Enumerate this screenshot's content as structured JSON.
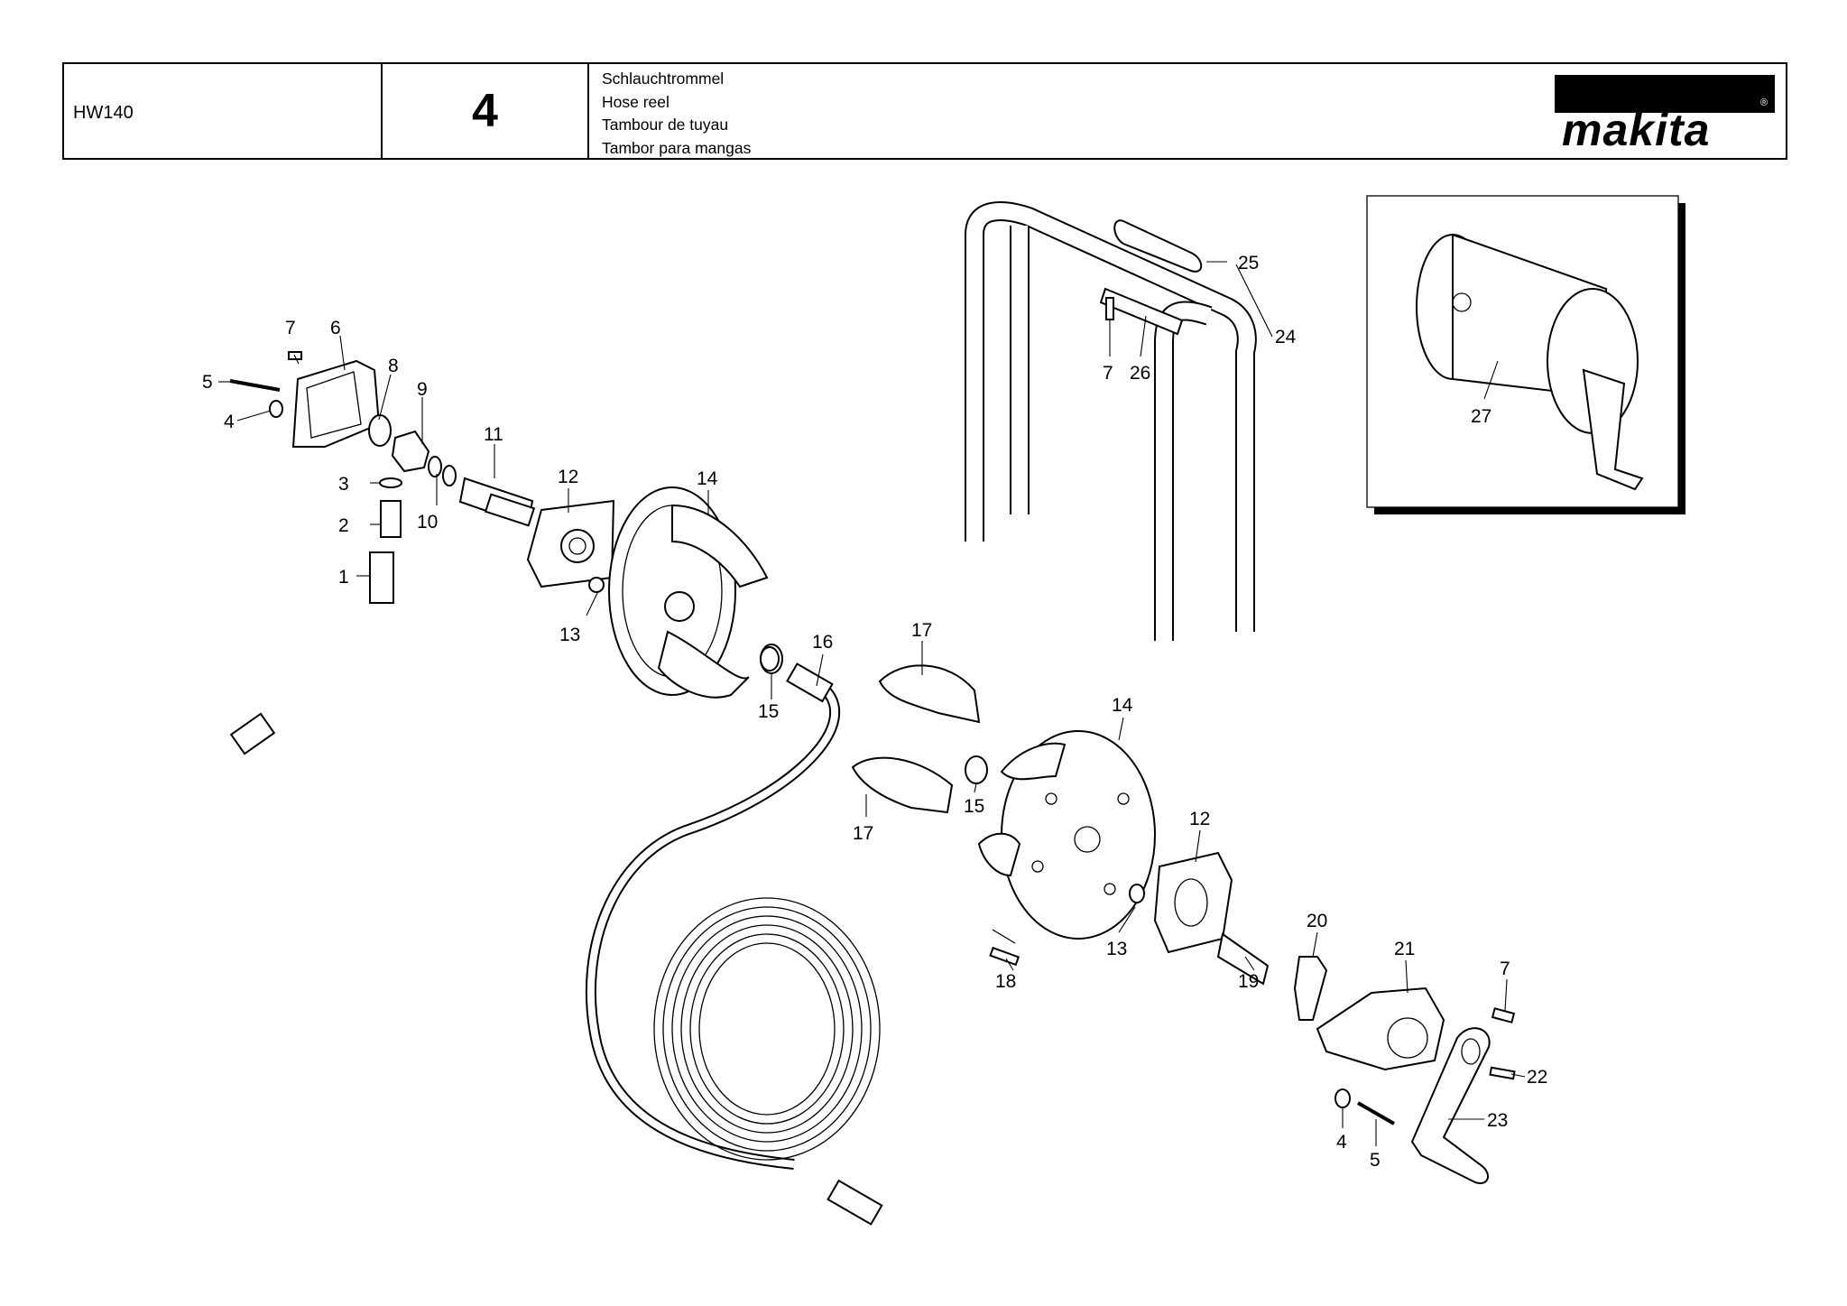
{
  "header": {
    "model": "HW140",
    "page_number": "4",
    "title_lines": [
      "Schlauchtrommel",
      "Hose reel",
      "Tambour de tuyau",
      "Tambor para mangas"
    ],
    "brand": "makita"
  },
  "callouts": [
    "1",
    "2",
    "3",
    "4",
    "5",
    "6",
    "7",
    "8",
    "9",
    "10",
    "11",
    "12",
    "13",
    "14",
    "15",
    "16",
    "17",
    "18",
    "19",
    "20",
    "21",
    "22",
    "23",
    "24",
    "25",
    "26",
    "27"
  ]
}
